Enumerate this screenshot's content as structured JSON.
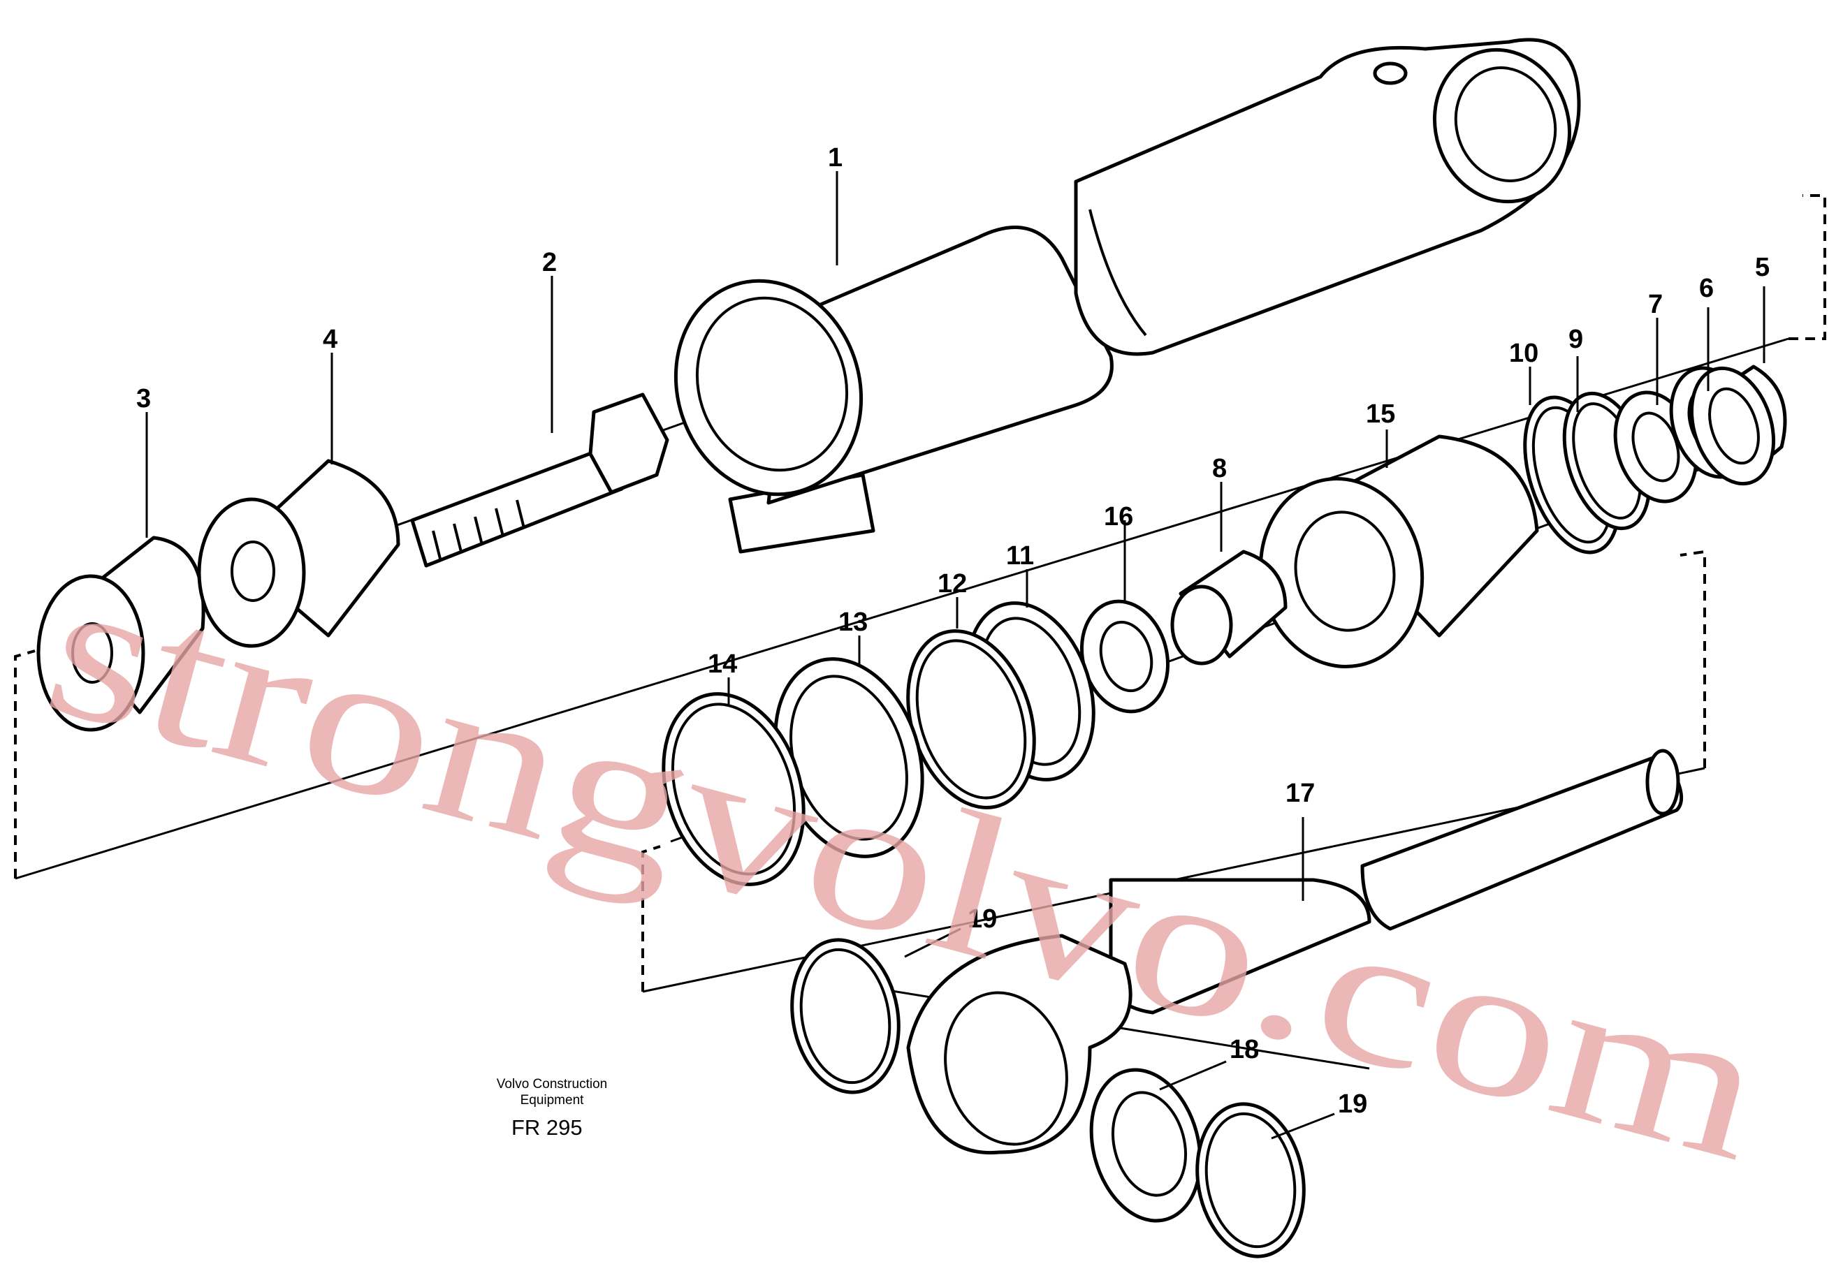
{
  "diagram": {
    "callouts": [
      "1",
      "2",
      "3",
      "4",
      "5",
      "6",
      "7",
      "8",
      "9",
      "10",
      "11",
      "12",
      "13",
      "14",
      "15",
      "16",
      "17",
      "18",
      "19",
      "19"
    ],
    "caption": {
      "line1": "Volvo Construction",
      "line2": "Equipment",
      "code": "FR 295"
    },
    "watermark": "strongvolvo.com",
    "colors": {
      "line": "#000000",
      "background": "#ffffff",
      "watermark": "#e8a6a6"
    }
  }
}
